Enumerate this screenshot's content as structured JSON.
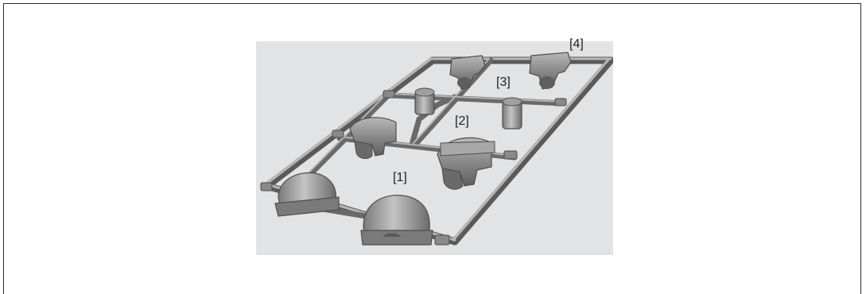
{
  "figure": {
    "callouts": [
      {
        "id": "1",
        "text": "[1]"
      },
      {
        "id": "2",
        "text": "[2]"
      },
      {
        "id": "3",
        "text": "[3]"
      },
      {
        "id": "4",
        "text": "[4]"
      }
    ]
  },
  "colors": {
    "background": "#e2e3e4",
    "part_dark": "#6e6e6e",
    "part_mid": "#8c8c8c",
    "part_light": "#b4b4b4",
    "runner": "#9a9a9a",
    "border": "#2b2b2b"
  }
}
